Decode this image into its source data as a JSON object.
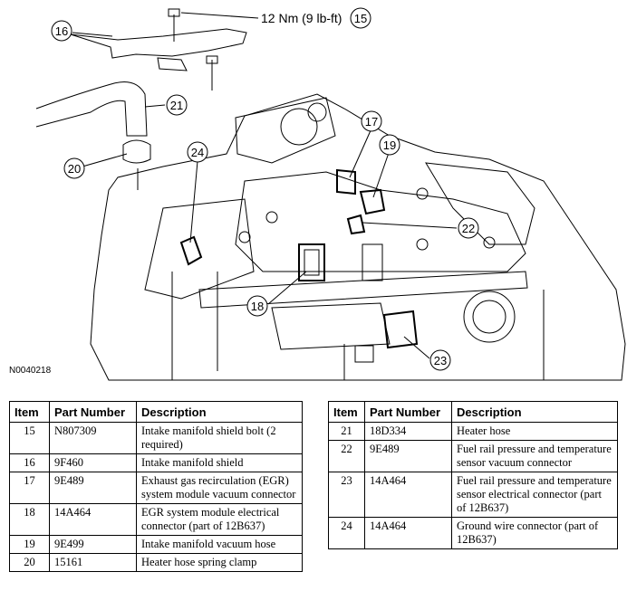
{
  "figure": {
    "id": "N0040218",
    "torque_spec": "12 Nm (9 lb-ft)",
    "callouts": [
      "15",
      "16",
      "17",
      "18",
      "19",
      "20",
      "21",
      "22",
      "23",
      "24"
    ]
  },
  "table_left": {
    "headers": [
      "Item",
      "Part Number",
      "Description"
    ],
    "rows": [
      {
        "item": "15",
        "part": "N807309",
        "desc": "Intake manifold shield bolt (2 required)"
      },
      {
        "item": "16",
        "part": "9F460",
        "desc": "Intake manifold shield"
      },
      {
        "item": "17",
        "part": "9E489",
        "desc": "Exhaust gas recirculation (EGR) system module vacuum connector"
      },
      {
        "item": "18",
        "part": "14A464",
        "desc": "EGR system module electrical connector (part of 12B637)"
      },
      {
        "item": "19",
        "part": "9E499",
        "desc": "Intake manifold vacuum hose"
      },
      {
        "item": "20",
        "part": "15161",
        "desc": "Heater hose spring clamp"
      }
    ]
  },
  "table_right": {
    "headers": [
      "Item",
      "Part Number",
      "Description"
    ],
    "rows": [
      {
        "item": "21",
        "part": "18D334",
        "desc": "Heater hose"
      },
      {
        "item": "22",
        "part": "9E489",
        "desc": "Fuel rail pressure and temperature sensor vacuum connector"
      },
      {
        "item": "23",
        "part": "14A464",
        "desc": "Fuel rail pressure and temperature sensor electrical connector (part of 12B637)"
      },
      {
        "item": "24",
        "part": "14A464",
        "desc": "Ground wire connector (part of 12B637)"
      }
    ]
  }
}
